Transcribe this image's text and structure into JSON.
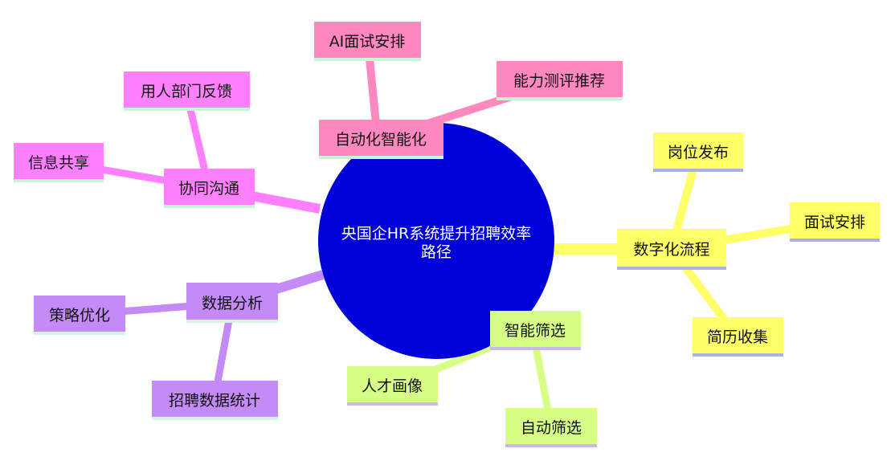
{
  "root": {
    "label_lines": [
      "央国企HR系统提升招聘效率",
      "路径"
    ],
    "color": "#0000d8"
  },
  "branches": [
    {
      "label": "数字化流程",
      "color": "#ffff66",
      "underline": "#aeb0e6",
      "children": [
        "岗位发布",
        "面试安排",
        "简历收集"
      ]
    },
    {
      "label": "智能筛选",
      "color": "#d7ff85",
      "underline": "#c9b8f0",
      "children": [
        "人才画像",
        "自动筛选"
      ]
    },
    {
      "label": "数据分析",
      "color": "#c48af7",
      "underline": "#d5f5e0",
      "children": [
        "策略优化",
        "招聘数据统计"
      ]
    },
    {
      "label": "协同沟通",
      "color": "#ff80ff",
      "underline": "#c8f5d8",
      "children": [
        "信息共享",
        "用人部门反馈"
      ]
    },
    {
      "label": "自动化智能化",
      "color": "#ff88c0",
      "underline": "#c8f5d8",
      "children": [
        "AI面试安排",
        "能力测评推荐"
      ]
    }
  ]
}
